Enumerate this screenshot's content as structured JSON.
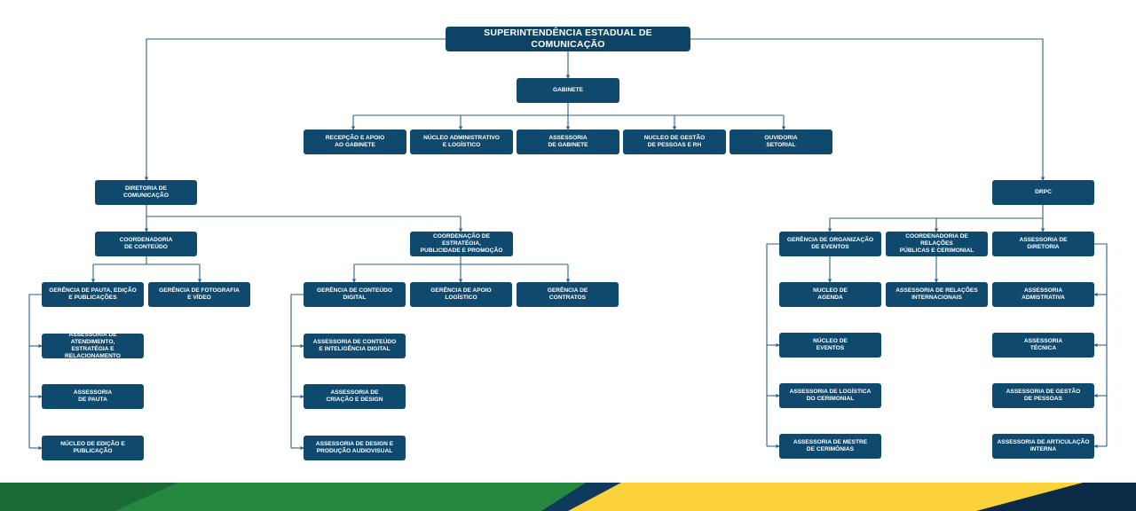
{
  "colors": {
    "box": "#0f4a6e",
    "line": "#2e6184",
    "green_dark": "#1a6b35",
    "green": "#26883f",
    "navy": "#0f3a5b",
    "yellow": "#fcd23a",
    "navy_dark": "#0b2a45"
  },
  "org": {
    "root": "SUPERINTENDÊNCIA ESTADUAL DE COMUNICAÇÃO",
    "gabinete": "GABINETE",
    "gab_children": [
      "RECEPÇÃO E APOIO\nAO GABINETE",
      "NÚCLEO ADMINISTRATIVO\nE LOGÍSTICO",
      "ASSESSORIA\nDE GABINETE",
      "NUCLEO DE GESTÃO\nDE PESSOAS E RH",
      "OUVIDORIA\nSETORIAL"
    ],
    "diretoria": "DIRETORIA DE\nCOMUNICAÇÃO",
    "coord_conteudo": "COORDENADORIA\nDE CONTEÚDO",
    "ger_pauta": "GERÊNCIA DE PAUTA, EDIÇÃO\nE PUBLICAÇÕES",
    "ger_foto": "GERÊNCIA DE FOTOGRAFIA\nE VÍDEO",
    "pauta_children": [
      "ASSESSORIA DE ATENDIMENTO,\nESTRATÉGIA E RELACIONAMENTO",
      "ASSESSORIA\nDE PAUTA",
      "NÚCLEO DE EDIÇÃO E\nPUBLICAÇÃO"
    ],
    "coord_estrategia": "COORDENAÇÃO DE ESTRATÉGIA,\nPUBLICIDADE E PROMOÇÃO",
    "ger_conteudo_digital": "GERÊNCIA DE CONTEÚDO\nDIGITAL",
    "ger_apoio": "GERÊNCIA DE APOIO\nLOGÍSTICO",
    "ger_contratos": "GERÊNCIA DE\nCONTRATOS",
    "digital_children": [
      "ASSESSORIA DE CONTEÚDO\nE INTELIGÊNCIA DIGITAL",
      "ASSESSORIA DE\nCRIAÇÃO E DESIGN",
      "ASSESSORIA DE DESIGN E\nPRODUÇÃO AUDIOVISUAL"
    ],
    "drpc": "DRPC",
    "ger_eventos": "GERÊNCIA DE ORGANIZAÇÃO\nDE EVENTOS",
    "eventos_children": [
      "NUCLEO DE\nAGENDA",
      "NÚCLEO DE\nEVENTOS",
      "ASSESSORIA DE LOGÍSTICA\nDO CERIMONIAL",
      "ASSESSORIA DE MESTRE\nDE CERIMÔNIAS"
    ],
    "coord_relacoes": "COORDENADORIA DE RELAÇÕES\nPÚBLICAS E CERIMONIAL",
    "relacoes_children": [
      "ASSESSORIA DE RELAÇÕES\nINTERNACIONAIS"
    ],
    "assess_diretoria": "ASSESSORIA DE\nDIRETORIA",
    "diretoria_children": [
      "ASSESSORIA\nADMISTRATIVA",
      "ASSESSORIA\nTÉCNICA",
      "ASSESSORIA DE GESTÃO\nDE PESSOAS",
      "ASSESSORIA DE ARTICULAÇÃO\nINTERNA"
    ]
  }
}
